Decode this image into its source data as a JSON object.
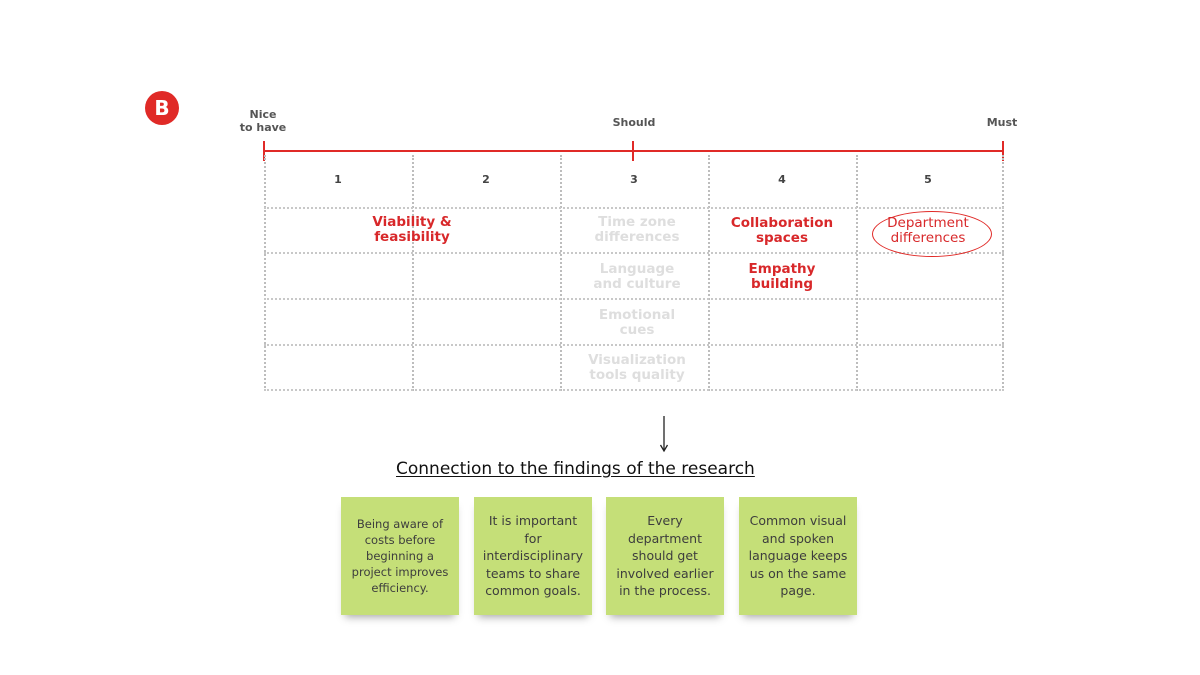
{
  "badge": "B",
  "scale": {
    "nice_to_have": "Nice\nto have",
    "should": "Should",
    "must": "Must"
  },
  "columns": [
    "1",
    "2",
    "3",
    "4",
    "5"
  ],
  "cells": {
    "viability": "Viability &\nfeasibility",
    "time_zone": "Time zone\ndifferences",
    "language": "Language\nand culture",
    "emotional": "Emotional\ncues",
    "visualization": "Visualization\ntools quality",
    "collaboration": "Collaboration\nspaces",
    "empathy": "Empathy\nbuilding",
    "department": "Department\ndifferences"
  },
  "colors": {
    "accent_red": "#e02a27",
    "faded_text": "#dedede",
    "sticky_note": "#c5df78"
  },
  "findings": {
    "title": "Connection to the findings of the research",
    "notes": [
      "Being aware of costs before beginning a project improves efficiency.",
      "It is important for interdisciplinary teams to share common goals.",
      "Every department should get involved earlier in the process.",
      "Common visual and spoken language keeps us on the same page."
    ]
  }
}
